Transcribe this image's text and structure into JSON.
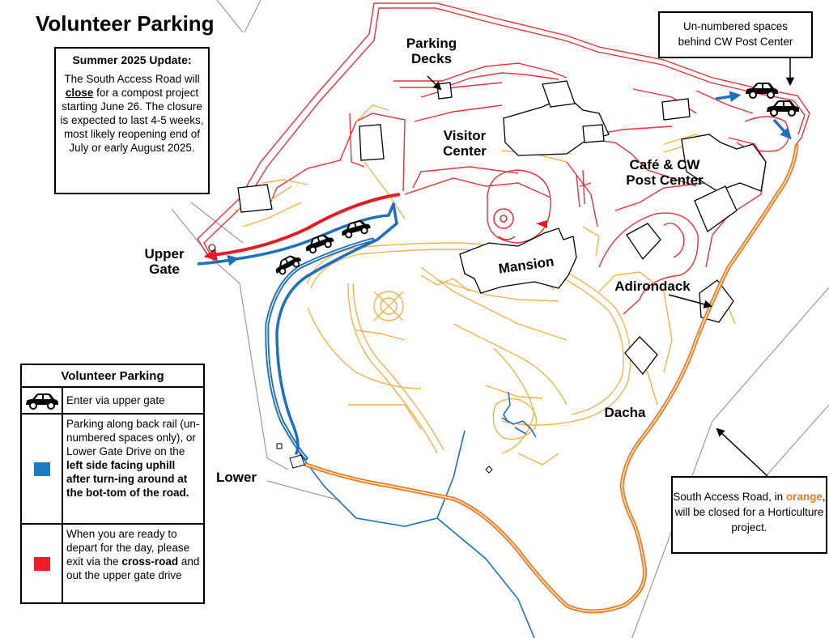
{
  "title": "Volunteer Parking",
  "update": {
    "heading": "Summer 2025 Update:",
    "line_before": "The South Access Road will",
    "close_word": "close",
    "line_after": "for a compost project starting June 26. The closure is expected to last 4-5 weeks, most likely reopening end of July or early August 2025."
  },
  "callouts": {
    "unnumbered_line1": "Un-numbered spaces",
    "unnumbered_line2": "behind  CW Post Center",
    "south_before": "South Access Road, in",
    "south_orange": "orange",
    "south_after": ", will be closed for a Horticulture project."
  },
  "labels": {
    "parking_decks_1": "Parking",
    "parking_decks_2": "Decks",
    "visitor_center_1": "Visitor",
    "visitor_center_2": "Center",
    "cafe_1": "Café & CW",
    "cafe_2": "Post Center",
    "upper_gate_1": "Upper",
    "upper_gate_2": "Gate",
    "mansion": "Mansion",
    "adirondack": "Adirondack",
    "dacha": "Dacha",
    "lower": "Lower"
  },
  "legend": {
    "title": "Volunteer Parking",
    "row1": "Enter via upper gate",
    "row2_a": "Parking along back rail (un-numbered spaces only), or Lower  Gate Drive on the",
    "row2_b": "left side facing uphill after turn-ing around at the bot-tom of  the road.",
    "row3_a": "When you are ready to depart for the day, please exit via the",
    "row3_b": "cross-road",
    "row3_c": "and out the upper gate drive"
  },
  "colors": {
    "road": "#e8303a",
    "path": "#f0b24a",
    "parking_blue": "#1f6fbf",
    "exit_red": "#e31b23",
    "closed_orange": "#f47b20",
    "swatch_blue": "#1d7cc4",
    "swatch_red": "#ee1c25"
  },
  "icons": [
    "car-icon",
    "arrow-icon"
  ]
}
